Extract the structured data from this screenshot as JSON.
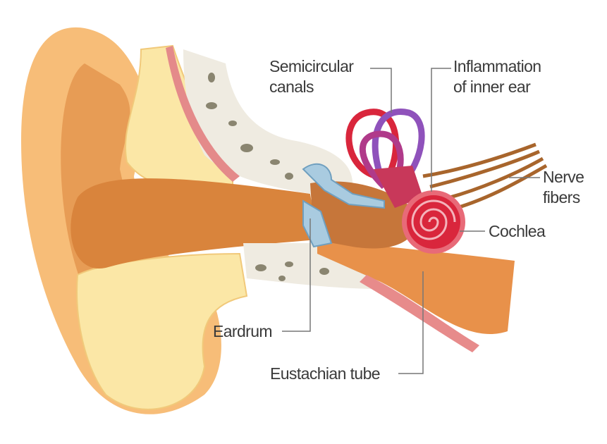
{
  "labels": {
    "semicircular": [
      "Semicircular",
      "canals"
    ],
    "inflammation": [
      "Inflammation",
      "of inner ear"
    ],
    "nerve": [
      "Nerve",
      "fibers"
    ],
    "cochlea": "Cochlea",
    "eardrum": "Eardrum",
    "eustachian": "Eustachian tube"
  },
  "colors": {
    "skin": "#f7bd78",
    "skin_light": "#fbd5a0",
    "canal": "#d9843c",
    "fat": "#fbe7a6",
    "bone": "#efebe1",
    "inner_red": "#d9263c",
    "inner_purple": "#8f52bb",
    "nerve": "#a8652c",
    "ossicle": "#a9cbe0",
    "leader": "#777777"
  }
}
